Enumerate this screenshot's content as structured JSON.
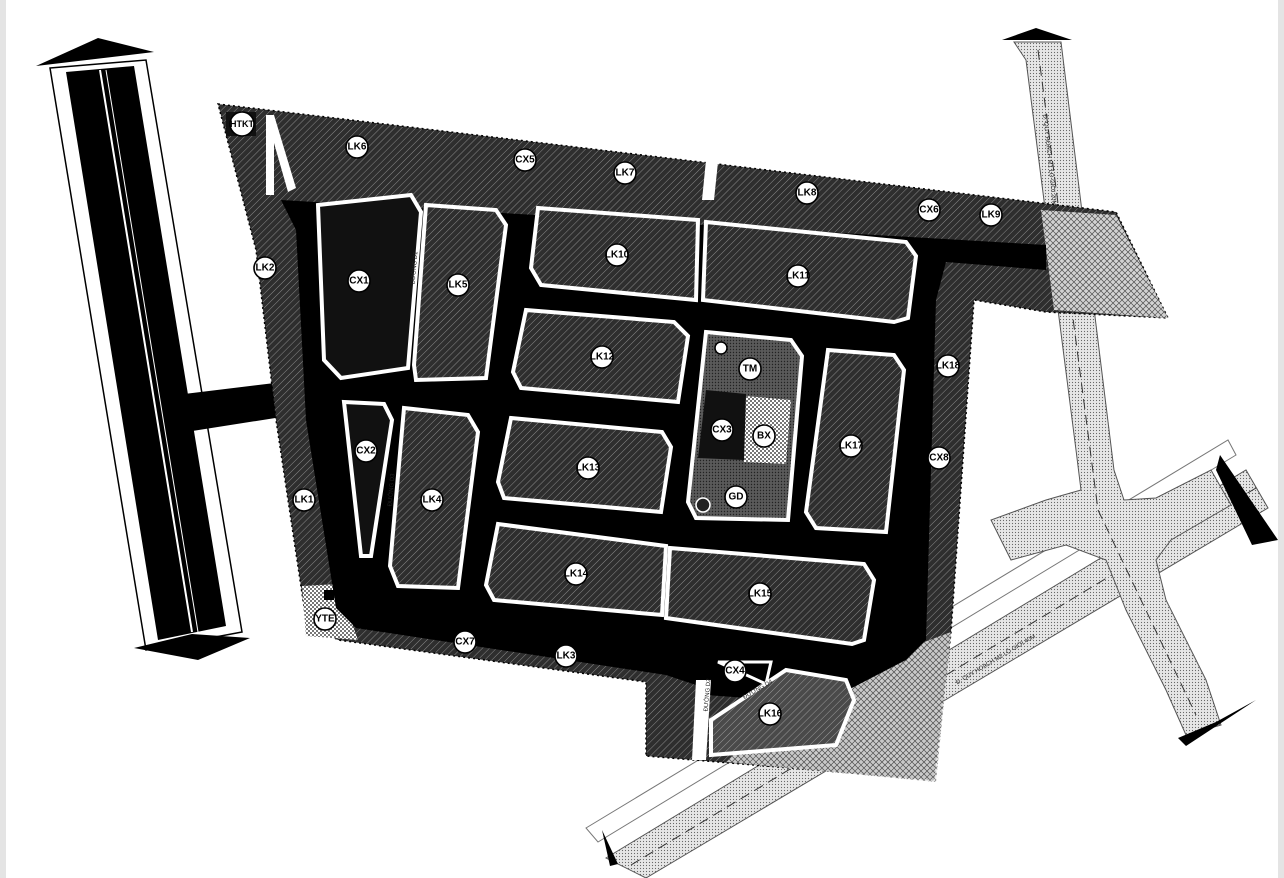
{
  "colors": {
    "road": "#000000",
    "block_fill": "#2b2b2b",
    "green": "#111111",
    "border_strip": "#3a3a3a",
    "highway_fill": "#dcdcdc",
    "background": "#ffffff"
  },
  "labels": {
    "htkt": "HTKT",
    "lk1": "LK1",
    "lk2": "LK2",
    "lk3": "LK3",
    "lk4": "LK4",
    "lk5": "LK5",
    "lk6": "LK6",
    "lk7": "LK7",
    "lk8": "LK8",
    "lk9": "LK9",
    "lk10": "LK10",
    "lk11": "LK11",
    "lk12": "LK12",
    "lk13": "LK13",
    "lk14": "LK14",
    "lk15": "LK15",
    "lk16": "LK16",
    "lk17": "LK17",
    "lk18": "LK18",
    "cx1": "CX1",
    "cx2": "CX2",
    "cx3": "CX3",
    "cx4": "CX4",
    "cx5": "CX5",
    "cx6": "CX6",
    "cx7": "CX7",
    "cx8": "CX8",
    "tm": "TM",
    "bx": "BX",
    "gd": "GD",
    "yte": "YTE"
  },
  "road_names": {
    "d1": "ĐƯỜNG D1",
    "d2": "ĐƯỜNG D2",
    "d3": "ĐƯỜNG D3",
    "d4": "ĐƯỜNG D4",
    "north_road": "Đ. QUY HOẠCH M1 LỘ GIỚI 20M",
    "south_road": "Đ. QUY HOẠCH M2 LỘ GIỚI 40M"
  }
}
